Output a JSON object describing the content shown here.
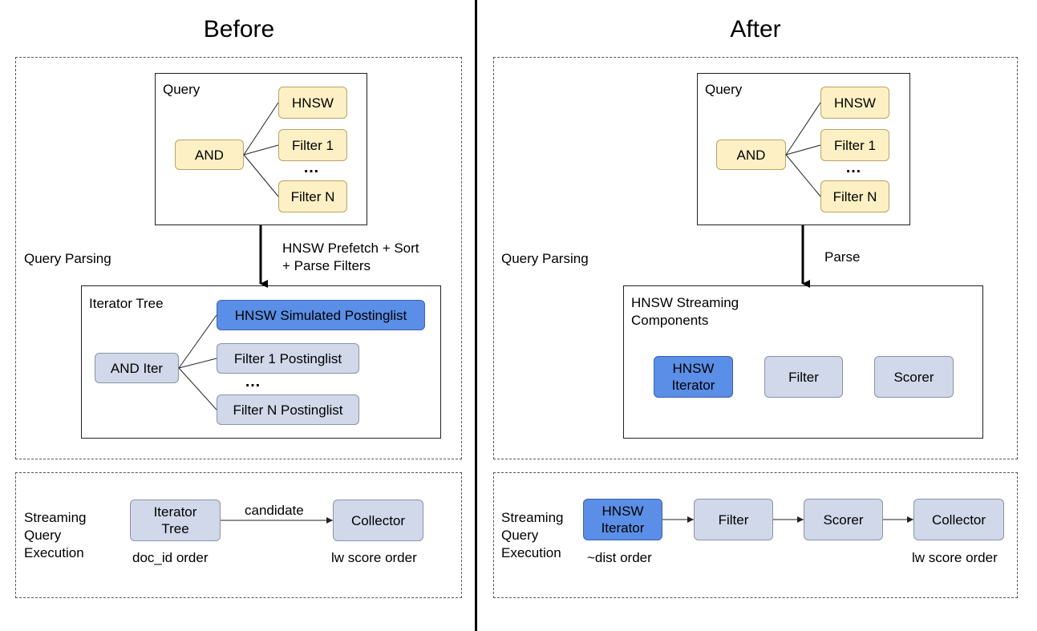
{
  "before": {
    "title": "Before",
    "query_parsing_label": "Query Parsing",
    "query": {
      "label": "Query",
      "and": "AND",
      "hnsw": "HNSW",
      "filter1": "Filter 1",
      "dots": "…",
      "filterN": "Filter N"
    },
    "arrow_label_line1": "HNSW Prefetch + Sort",
    "arrow_label_line2": "+ Parse Filters",
    "iterator_tree": {
      "label": "Iterator Tree",
      "and_iter": "AND Iter",
      "hnsw_postinglist": "HNSW Simulated Postinglist",
      "filter1_postinglist": "Filter 1 Postinglist",
      "dots": "…",
      "filterN_postinglist": "Filter N Postinglist"
    },
    "streaming": {
      "label_line1": "Streaming",
      "label_line2": "Query",
      "label_line3": "Execution",
      "iterator_tree_line1": "Iterator",
      "iterator_tree_line2": "Tree",
      "edge_label": "candidate",
      "collector": "Collector",
      "docid_order": "doc_id order",
      "lw_score_order": "lw score order"
    }
  },
  "after": {
    "title": "After",
    "query_parsing_label": "Query Parsing",
    "query": {
      "label": "Query",
      "and": "AND",
      "hnsw": "HNSW",
      "filter1": "Filter 1",
      "dots": "…",
      "filterN": "Filter N"
    },
    "arrow_label": "Parse",
    "components": {
      "label_line1": "HNSW Streaming",
      "label_line2": "Components",
      "hnsw_line1": "HNSW",
      "hnsw_line2": "Iterator",
      "filter": "Filter",
      "scorer": "Scorer"
    },
    "streaming": {
      "label_line1": "Streaming",
      "label_line2": "Query",
      "label_line3": "Execution",
      "hnsw_line1": "HNSW",
      "hnsw_line2": "Iterator",
      "filter": "Filter",
      "scorer": "Scorer",
      "collector": "Collector",
      "dist_order": "~dist order",
      "lw_score_order": "lw score order"
    }
  },
  "colors": {
    "query_node": "#fdf0c4",
    "iterator_node": "#d0d8ea",
    "hnsw_highlight": "#5b8ee6"
  }
}
